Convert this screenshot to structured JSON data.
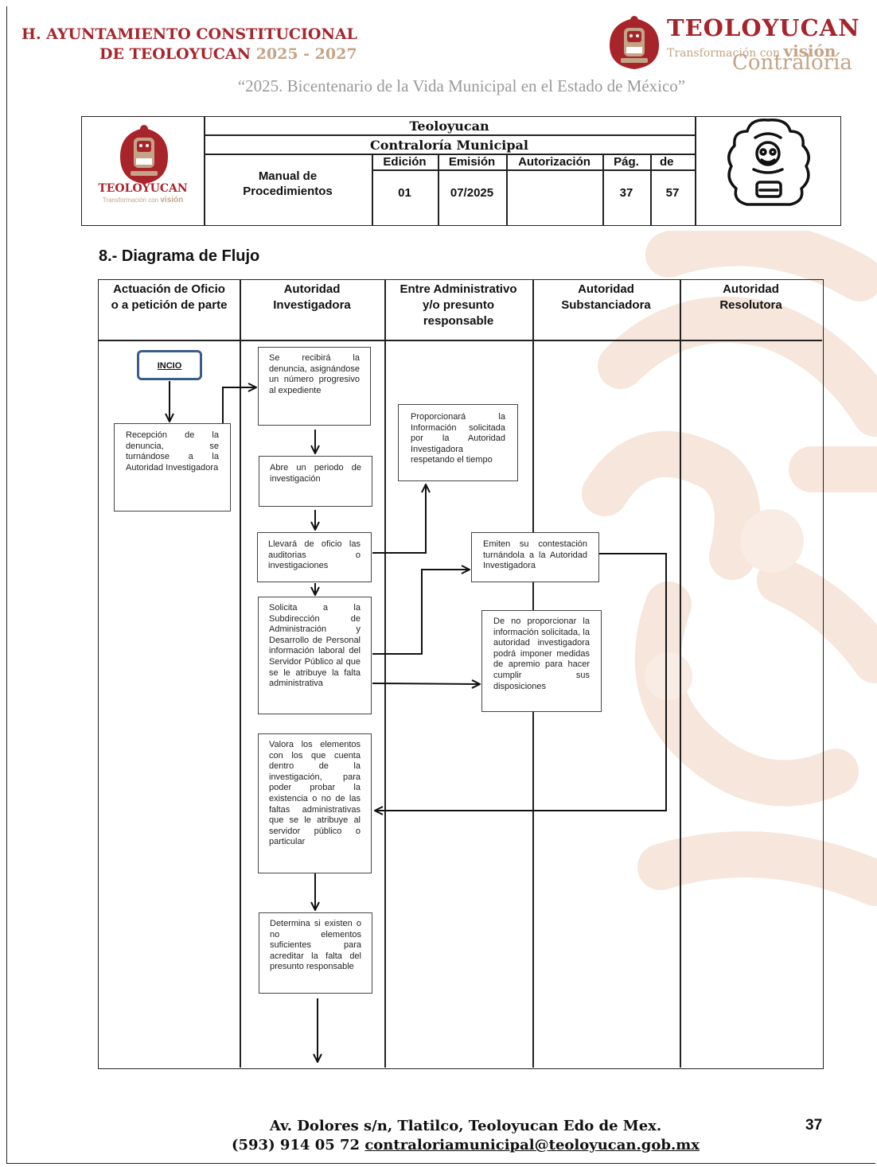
{
  "header": {
    "title_line1": "H. AYUNTAMIENTO CONSTITUCIONAL",
    "title_line2": "DE TEOLOYUCAN",
    "years": "2025 - 2027",
    "brand_name": "TEOLOYUCAN",
    "brand_slogan_prefix": "Transformación con",
    "brand_slogan_word": "visión",
    "brand_sub": "Contraloría",
    "motto": "“2025. Bicentenario de la Vida Municipal en el Estado de México”"
  },
  "info_table": {
    "logo_text": "TEOLOYUCAN",
    "logo_slogan_prefix": "Transformación con",
    "logo_slogan_word": "visión",
    "org": "Teoloyucan",
    "dept": "Contraloría Municipal",
    "doc_line1": "Manual de",
    "doc_line2": "Procedimientos",
    "col_edicion": "Edición",
    "col_emision": "Emisión",
    "col_autorizacion": "Autorización",
    "col_pag": "Pág.",
    "col_de": "de",
    "edicion": "01",
    "emision": "07/2025",
    "autorizacion": "",
    "pag": "37",
    "total": "57"
  },
  "section_title": "8.- Diagrama de Flujo",
  "lanes": {
    "l1_a": "Actuación de Oficio",
    "l1_b": "o a petición de parte",
    "l2_a": "Autoridad",
    "l2_b": "Investigadora",
    "l3_a": "Entre Administrativo",
    "l3_b": "y/o presunto",
    "l3_c": "responsable",
    "l4_a": "Autoridad",
    "l4_b": "Substanciadora",
    "l5_a": "Autoridad",
    "l5_b": "Resolutora"
  },
  "steps": {
    "start": "INCIO",
    "recepcion": "Recepción de la denuncia, se turnándose a la Autoridad Investigadora",
    "recibira": "Se recibirá la denuncia, asignándose un número progresivo al expediente",
    "periodo": "Abre un periodo de investigación",
    "auditorias": "Llevará de oficio las auditorias o investigaciones",
    "solicita": "Solicita a la Subdirección de Administración y Desarrollo de Personal información laboral del Servidor Público al que se le atribuye la falta administrativa",
    "valora": "Valora los elementos con los que cuenta dentro de la investigación, para poder probar la existencia o no de las faltas administrativas que se le atribuye al servidor público o particular",
    "determina": "Determina si existen o no elementos suficientes para acreditar la falta del presunto responsable",
    "proporcionara": "Proporcionará la Información solicitada por la Autoridad Investigadora respetando el tiempo",
    "emiten": "Emiten su contestación turnándola a la Autoridad Investigadora",
    "no_proporcionar": "De no proporcionar la información solicitada, la autoridad investigadora podrá imponer medidas de apremio para hacer cumplir sus disposiciones"
  },
  "footer": {
    "address": "Av. Dolores s/n, Tlatilco, Teoloyucan Edo de Mex.",
    "phone": "(593) 914 05 72",
    "email": "contraloriamunicipal@teoloyucan.gob.mx",
    "page_number": "37"
  },
  "colors": {
    "brand_red": "#a8242b",
    "brand_tan": "#c4a487",
    "start_border": "#3a5d8c",
    "watermark": "#f6e6dc"
  }
}
